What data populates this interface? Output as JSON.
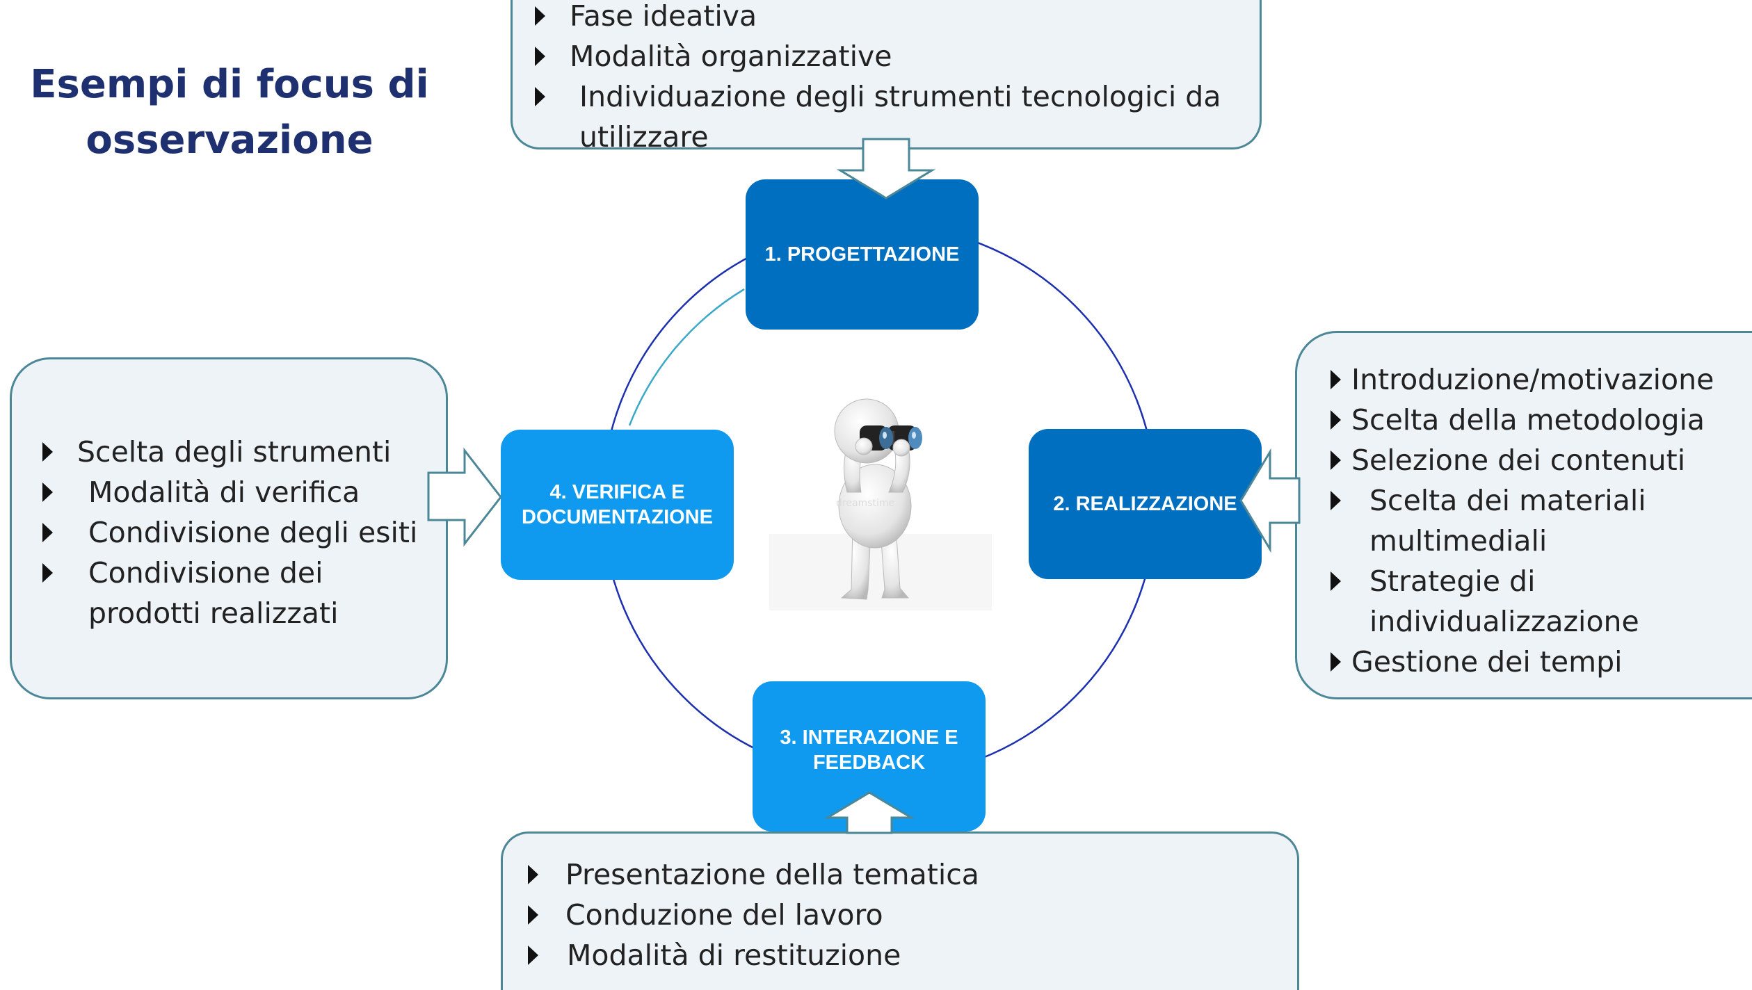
{
  "title": {
    "line1": "Esempi di focus di",
    "line2": "osservazione"
  },
  "stages": {
    "progettazione": {
      "label": "1. PROGETTAZIONE",
      "color": "#006fbf"
    },
    "realizzazione": {
      "label": "2. REALIZZAZIONE",
      "color": "#006fbf"
    },
    "interazione": {
      "line1": "3. INTERAZIONE E",
      "line2": "FEEDBACK",
      "color": "#0f9af0"
    },
    "verifica": {
      "line1": "4. VERIFICA E",
      "line2": "DOCUMENTAZIONE",
      "color": "#0f9af0"
    }
  },
  "boxes": {
    "top": {
      "items": [
        "Fase ideativa",
        "Modalità organizzative",
        "Individuazione degli strumenti tecnologici da utilizzare"
      ]
    },
    "right": {
      "items": [
        "Introduzione/motivazione",
        "Scelta della metodologia",
        "Selezione dei contenuti",
        "Scelta dei materiali multimediali",
        "Strategie di individualizzazione",
        "Gestione dei tempi"
      ]
    },
    "bottom": {
      "items": [
        "Presentazione della tematica",
        "Conduzione del lavoro",
        "Modalità di restituzione"
      ]
    },
    "left": {
      "items": [
        "Scelta degli strumenti",
        "Modalità di verifica",
        "Condivisione degli esiti",
        "Condivisione dei prodotti realizzati"
      ]
    }
  },
  "image": {
    "icon": "person-with-binoculars-icon",
    "watermark": "dreamstime"
  },
  "colors": {
    "title": "#1f3070",
    "box_fill": "#eef3f8",
    "box_border": "#4b8796",
    "circle": "#1c2fb0"
  }
}
